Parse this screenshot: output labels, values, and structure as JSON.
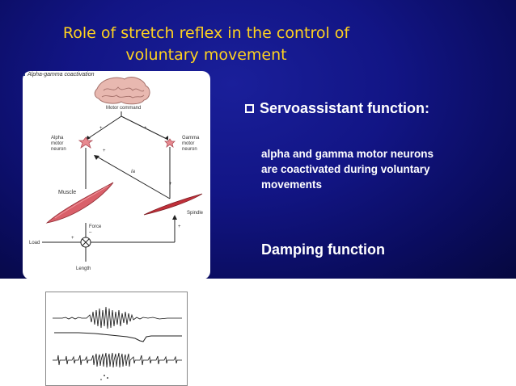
{
  "title": {
    "line1": "Role of stretch reflex in the control of",
    "line2": "voluntary movement"
  },
  "diagram": {
    "heading": "Alpha-gamma coactivation",
    "motor_command": "Motor command",
    "alpha": [
      "Alpha",
      "motor",
      "neuron"
    ],
    "gamma": [
      "Gamma",
      "motor",
      "neuron"
    ],
    "ia": "Ia",
    "muscle": "Muscle",
    "spindle": "Spindle",
    "force": "Force",
    "load": "Load",
    "length": "Length",
    "signs": [
      "+",
      "+",
      "+",
      "+",
      "+",
      "–",
      "+",
      "+"
    ]
  },
  "bullet": {
    "label": "Servoassistant function:"
  },
  "paragraph": {
    "line1": "alpha and gamma motor neurons",
    "line2": "are coactivated during voluntary",
    "line3": "movements"
  },
  "damping": "Damping function",
  "colors": {
    "title": "#ffd21f",
    "background": "#121585",
    "muscle": "#d9606a",
    "spindle": "#c0303a"
  }
}
